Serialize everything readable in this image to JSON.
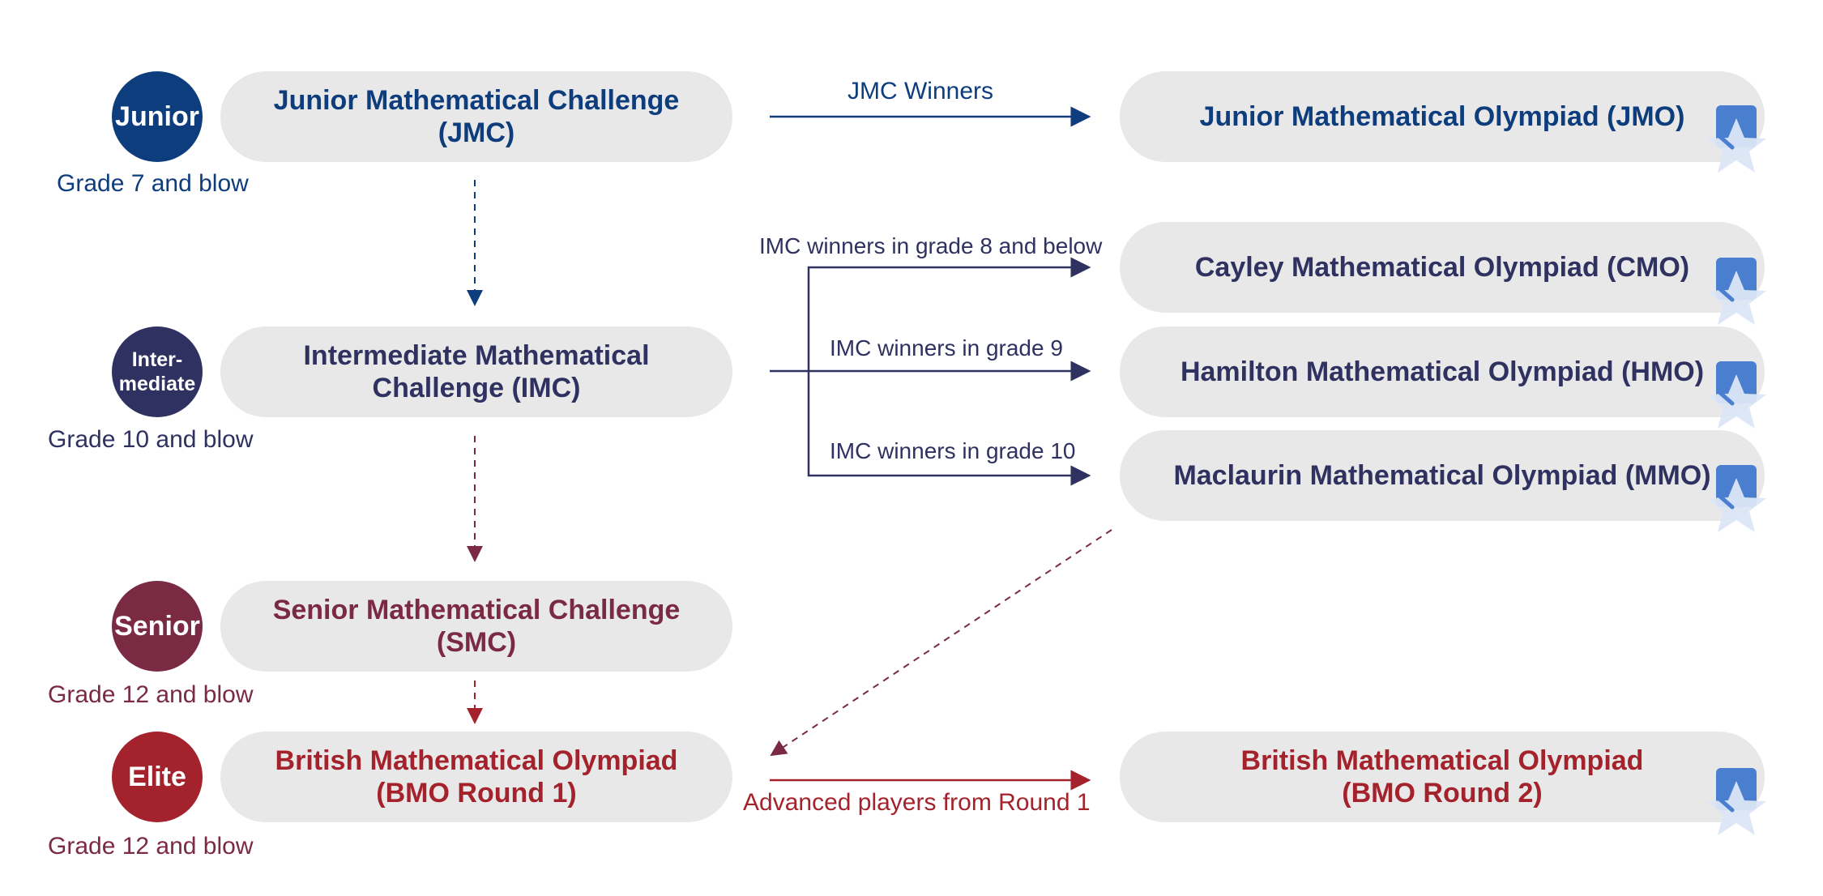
{
  "levels": [
    {
      "badge": "Junior",
      "grade": "Grade 7 and blow",
      "competition": "Junior Mathematical Challenge (JMC)"
    },
    {
      "badge_line1": "Inter-",
      "badge_line2": "mediate",
      "grade": "Grade 10 and blow",
      "competition": "Intermediate Mathematical Challenge (IMC)"
    },
    {
      "badge": "Senior",
      "grade": "Grade 12 and blow",
      "competition": "Senior Mathematical Challenge (SMC)"
    },
    {
      "badge": "Elite",
      "grade": "Grade 12 and blow",
      "competition": "British Mathematical Olympiad (BMO Round 1)"
    }
  ],
  "olympiads": [
    "Junior Mathematical Olympiad (JMO)",
    "Cayley Mathematical Olympiad (CMO)",
    "Hamilton Mathematical Olympiad (HMO)",
    "Maclaurin Mathematical Olympiad (MMO)",
    "British Mathematical Olympiad (BMO Round 2)"
  ],
  "flows": {
    "jmc": "JMC Winners",
    "cmo": "IMC winners in grade 8 and below",
    "hmo": "IMC winners in grade 9",
    "mmo": "IMC winners in grade 10",
    "bmo": "Advanced players from Round 1"
  },
  "colors": {
    "junior": "#0e3d7e",
    "intermediate": "#2f3160",
    "senior": "#7a2a42",
    "elite": "#a3222b",
    "pill": "#e8e8e8",
    "medal_ribbon": "#4a7fd0",
    "medal_star": "#dbe6f5"
  },
  "icons": [
    "medal-icon"
  ]
}
